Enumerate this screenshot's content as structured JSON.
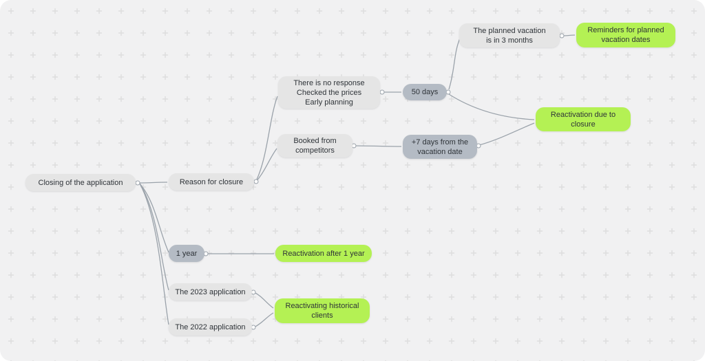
{
  "diagram": {
    "colors": {
      "canvas_background": "#f1f1f2",
      "pattern_plus": "#dedede",
      "node_gray": "#e5e5e5",
      "node_dark_gray": "#b4bbc4",
      "node_green": "#b4f154",
      "edge_line": "#9aa2aa",
      "text": "#2e3338"
    },
    "nodes": {
      "closing": {
        "label": "Closing of the application",
        "style": "gray"
      },
      "reason": {
        "label": "Reason for closure",
        "style": "gray"
      },
      "no_response": {
        "label": "There is no response\nChecked the prices\nEarly planning",
        "style": "gray"
      },
      "days50": {
        "label": "50 days",
        "style": "dark-gray"
      },
      "planned": {
        "label": "The planned vacation\nis in 3 months",
        "style": "gray"
      },
      "reminders": {
        "label": "Reminders for planned\nvacation dates",
        "style": "green"
      },
      "booked": {
        "label": "Booked from\ncompetitors",
        "style": "gray"
      },
      "plus7": {
        "label": "+7 days from the\nvacation date",
        "style": "dark-gray"
      },
      "react_closure": {
        "label": "Reactivation due to\nclosure",
        "style": "green"
      },
      "year1": {
        "label": "1 year",
        "style": "dark-gray"
      },
      "react_1year": {
        "label": "Reactivation after 1 year",
        "style": "green"
      },
      "app2023": {
        "label": "The 2023 application",
        "style": "gray"
      },
      "app2022": {
        "label": "The 2022 application",
        "style": "gray"
      },
      "react_hist": {
        "label": "Reactivating historical\nclients",
        "style": "green"
      }
    },
    "edges": [
      {
        "from": "closing",
        "to": "reason"
      },
      {
        "from": "closing",
        "to": "year1"
      },
      {
        "from": "closing",
        "to": "app2023"
      },
      {
        "from": "closing",
        "to": "app2022"
      },
      {
        "from": "reason",
        "to": "no_response"
      },
      {
        "from": "reason",
        "to": "booked"
      },
      {
        "from": "no_response",
        "to": "days50"
      },
      {
        "from": "days50",
        "to": "planned"
      },
      {
        "from": "days50",
        "to": "react_closure"
      },
      {
        "from": "planned",
        "to": "reminders"
      },
      {
        "from": "booked",
        "to": "plus7"
      },
      {
        "from": "plus7",
        "to": "react_closure"
      },
      {
        "from": "year1",
        "to": "react_1year"
      },
      {
        "from": "app2023",
        "to": "react_hist"
      },
      {
        "from": "app2022",
        "to": "react_hist"
      }
    ]
  }
}
